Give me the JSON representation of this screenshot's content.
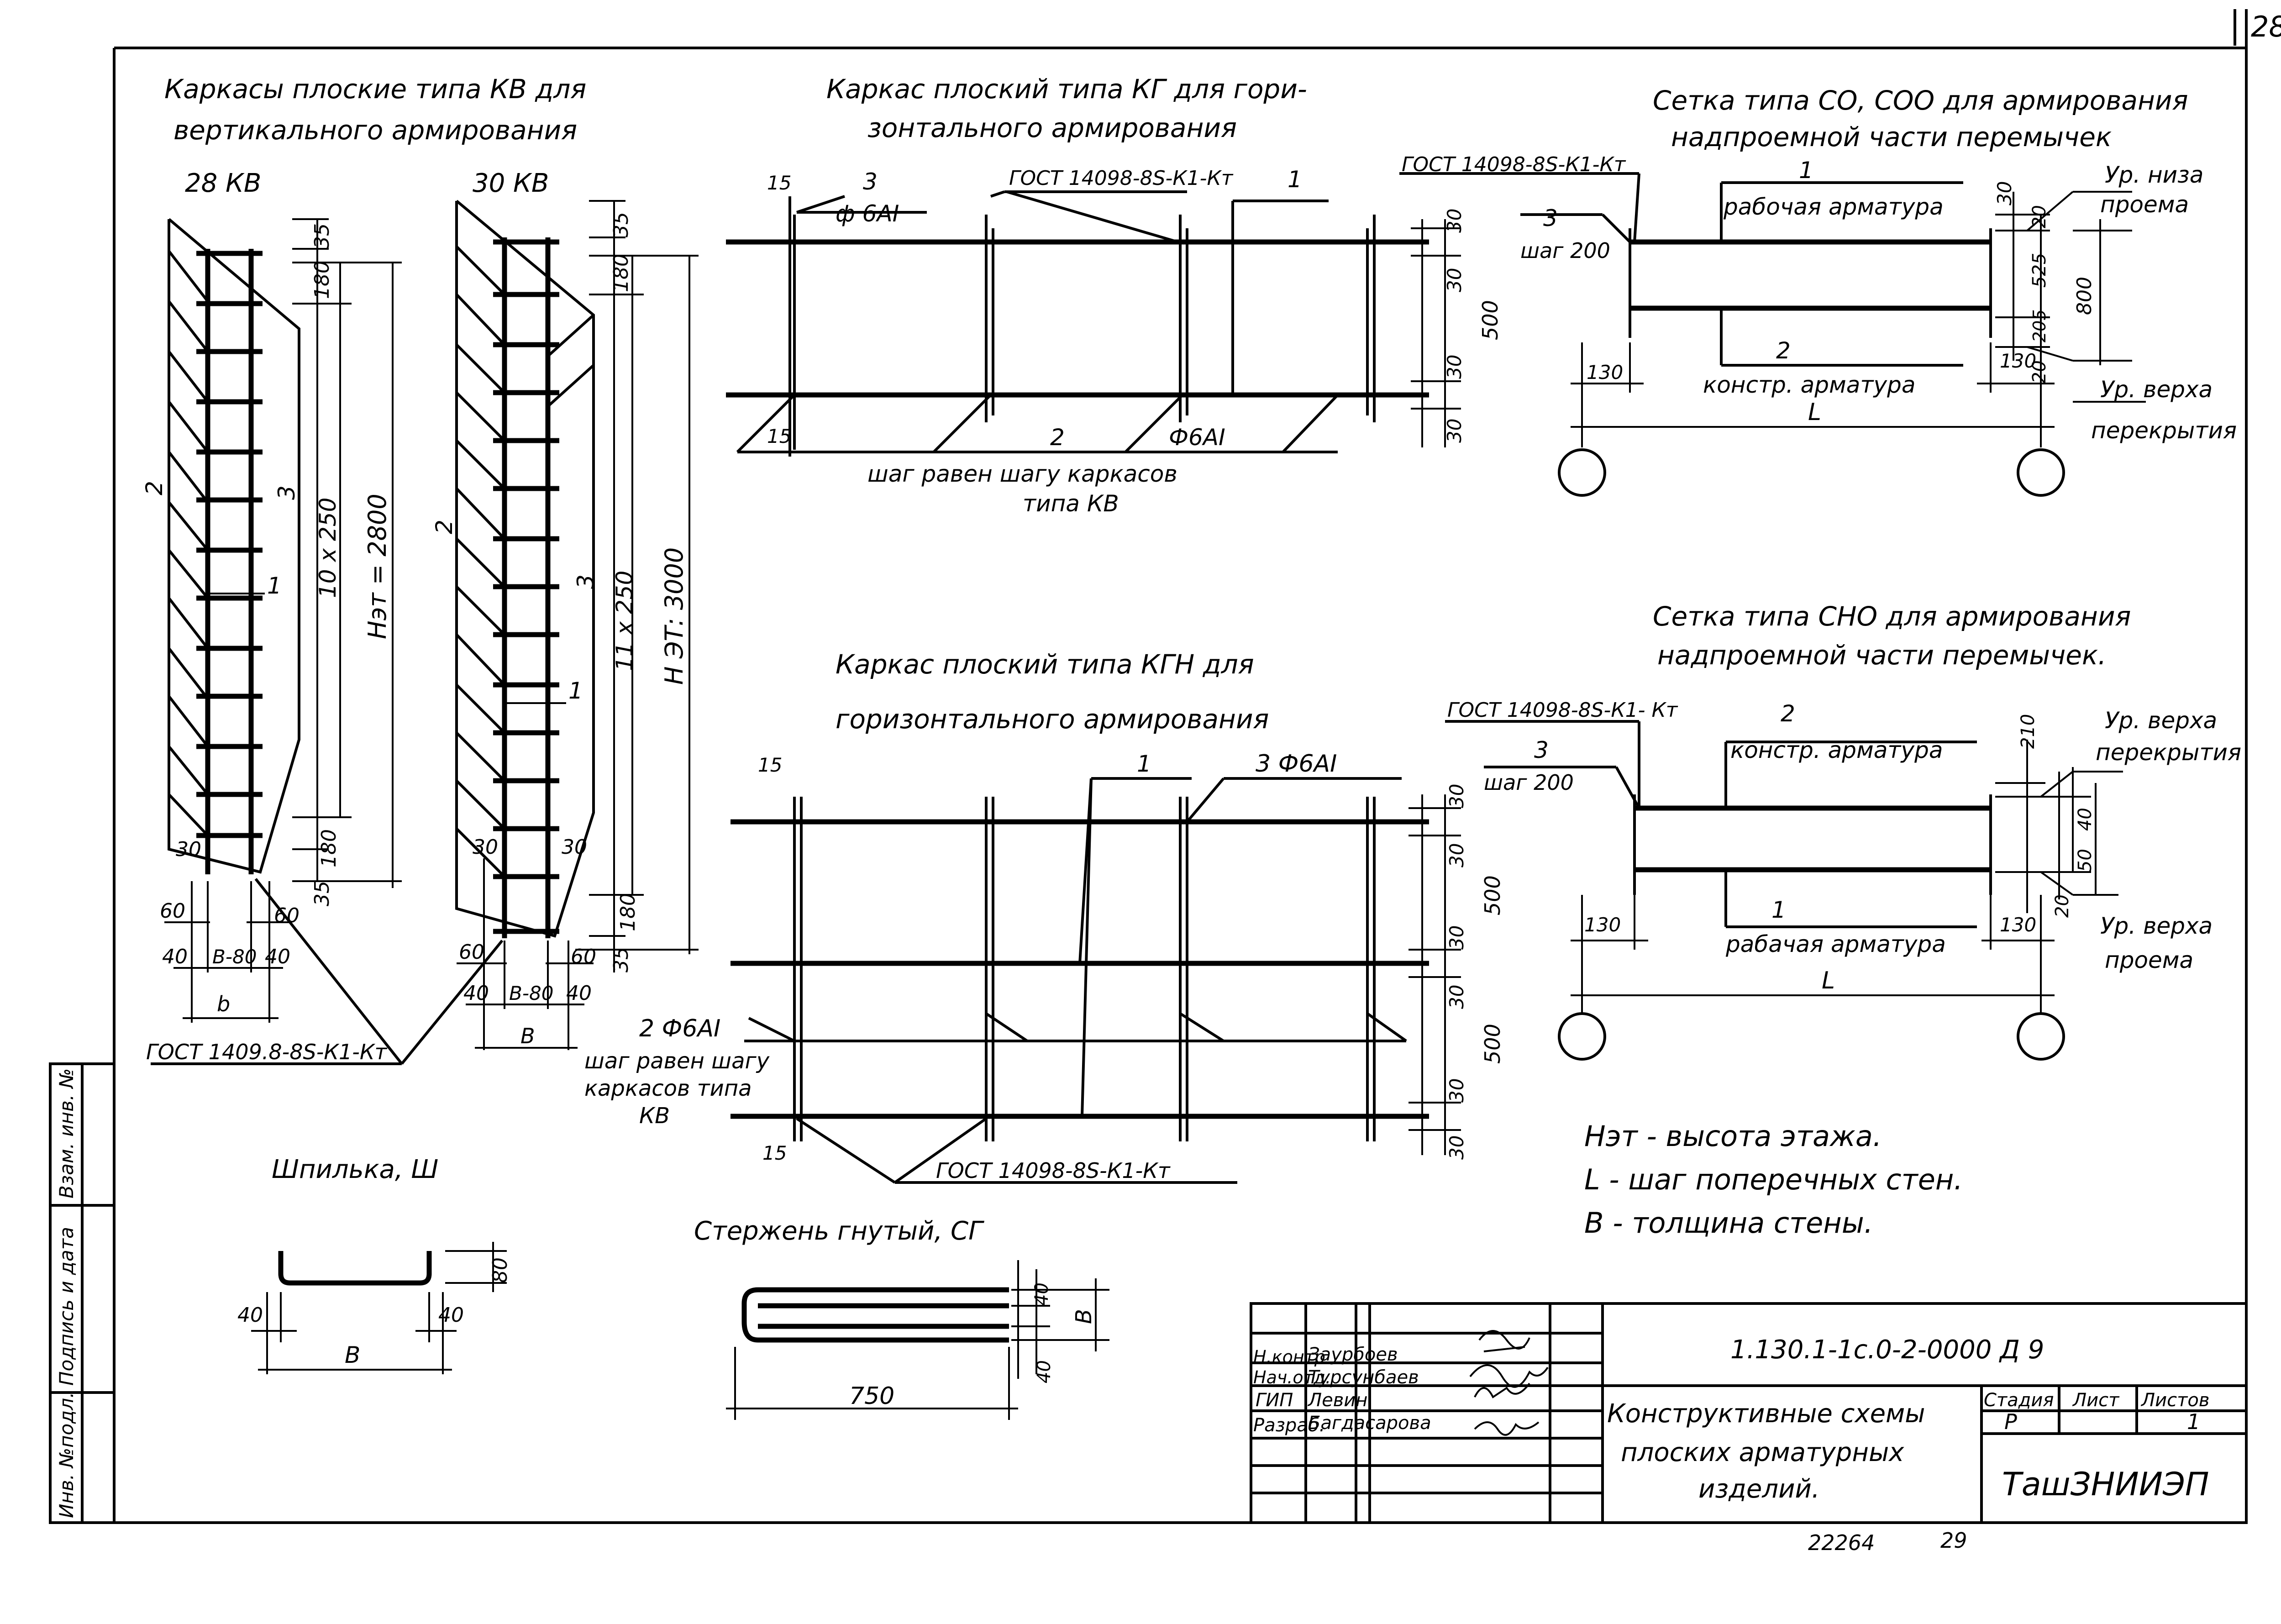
{
  "page_number": "28",
  "kv": {
    "title_line1": "Каркасы плоские типа КВ для",
    "title_line2": "вертикального армирования",
    "left_label": "28 КВ",
    "right_label": "30 КВ",
    "gost": "ГОСТ 1409.8-8S-К1-Кт",
    "left_dims": {
      "d35": "35",
      "d180": "180",
      "spacing": "10 x 250",
      "height": "Нэт = 2800",
      "d180b": "180",
      "d35b": "35",
      "d30": "30",
      "d60a": "60",
      "d60b": "60",
      "d40a": "40",
      "d40b": "40",
      "b80": "В-80",
      "b": "b"
    },
    "right_dims": {
      "d35": "35",
      "d180": "180",
      "spacing": "11 x 250",
      "height": "Н ЭТ: 3000",
      "d180b": "180",
      "d35b": "35",
      "d30a": "30",
      "d30b": "30",
      "d60a": "60",
      "d60b": "60",
      "d40a": "40",
      "d40b": "40",
      "b80": "В-80",
      "b": "В"
    },
    "pos2": "2",
    "pos3": "3",
    "pos1": "1"
  },
  "kg": {
    "title_line1": "Каркас плоский типа КГ для гори-",
    "title_line2": "зонтального армирования",
    "gost": "ГОСТ 14098-8S-К1-Кт",
    "pos1": "1",
    "pos3": "3",
    "pos3_dia": "ф 6АI",
    "pos2": "2",
    "pos2_dia": "Ф6АI",
    "d15a": "15",
    "d15b": "15",
    "d30a": "30",
    "d30b": "30",
    "d30c": "30",
    "d30d": "30",
    "d500": "500",
    "note_line1": "шаг равен шагу каркасов",
    "note_line2": "типа КВ"
  },
  "kgn": {
    "title_line1": "Каркас плоский типа КГН для",
    "title_line2": "горизонтального армирования",
    "gost": "ГОСТ 14098-8S-К1-Кт",
    "pos1": "1",
    "pos3": "3  Ф6АI",
    "pos2": "2  Ф6АI",
    "d15a": "15",
    "d15b": "15",
    "dims": [
      "30",
      "30",
      "500",
      "30",
      "30",
      "500",
      "30",
      "30"
    ],
    "note_line1": "шаг равен шагу",
    "note_line2": "каркасов типа",
    "note_line3": "КВ"
  },
  "co": {
    "title_line1": "Сетка типа СО, СОО для армирования",
    "title_line2": "надпроемной части перемычек",
    "gost": "ГОСТ 14098-8S-К1-Кт",
    "pos1": "1",
    "pos1_label": "рабочая арматура",
    "pos2": "2",
    "pos2_label": "констр. арматура",
    "pos3": "3",
    "pos3_step": "шаг 200",
    "d130a": "130",
    "d130b": "130",
    "d30": "30",
    "d20a": "20",
    "d525": "525",
    "d800": "800",
    "d205": "205",
    "d20b": "20",
    "span": "L",
    "lvl_top1": "Ур. низа",
    "lvl_top2": "проема",
    "lvl_bot1": "Ур. верха",
    "lvl_bot2": "перекрытия"
  },
  "cho": {
    "title_line1": "Сетка типа СНО для армирования",
    "title_line2": "надпроемной части перемычек.",
    "gost": "ГОСТ 14098-8S-К1- Кт",
    "pos2": "2",
    "pos2_label": "констр. арматура",
    "pos1": "1",
    "pos1_label": "рабачая арматура",
    "pos3": "3",
    "pos3_step": "шаг 200",
    "d130a": "130",
    "d130b": "130",
    "d210": "210",
    "d40": "40",
    "d50": "50",
    "d20": "20",
    "span": "L",
    "lvl_top1": "Ур. верха",
    "lvl_top2": "перекрытия",
    "lvl_bot1": "Ур. верха",
    "lvl_bot2": "проема"
  },
  "legend": {
    "l1": "Нэт - высота этажа.",
    "l2": "L  -  шаг поперечных стен.",
    "l3": "В  -  толщина стены."
  },
  "pin": {
    "title": "Шпилька, Ш",
    "d40a": "40",
    "d40b": "40",
    "d80": "80",
    "b": "В"
  },
  "rod": {
    "title": "Стержень гнутый, СГ",
    "d40a": "40",
    "d40b": "40",
    "b": "В",
    "len": "750"
  },
  "side_stamp": {
    "c1": "Инв. №подл.",
    "c2": "Подпись и дата",
    "c3": "Взам. инв. №"
  },
  "titleblock": {
    "code": "1.130.1-1с.0-2-0000 Д 9",
    "roles": [
      "Н.контр",
      "Нач.отд.",
      "ГИП",
      "Разраб."
    ],
    "names": [
      "Заурбоев",
      "Турсунбаев",
      "Левин",
      "Багдасарова"
    ],
    "title_line1": "Конструктивные схемы",
    "title_line2": "плоских арматурных",
    "title_line3": "изделий.",
    "stage_h": "Стадия",
    "sheet_h": "Лист",
    "sheets_h": "Листов",
    "stage": "Р",
    "sheet": "",
    "sheets": "1",
    "org": "ТашЗНИИЭП"
  },
  "footer": {
    "num": "22264",
    "page": "29"
  }
}
